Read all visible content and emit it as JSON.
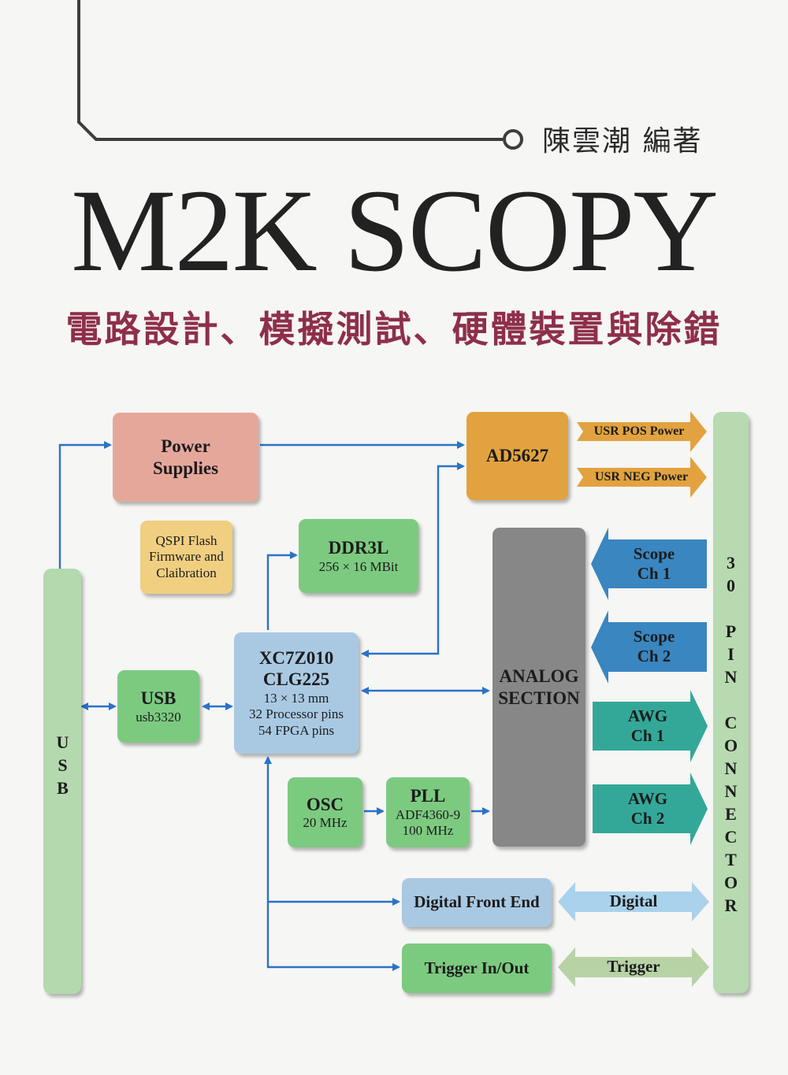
{
  "cover": {
    "author": "陳雲潮 編著",
    "title": "M2K SCOPY",
    "subtitle": "電路設計、模擬測試、硬體裝置與除錯"
  },
  "blocks": {
    "power": {
      "line1": "Power",
      "line2": "Supplies"
    },
    "ad5627": {
      "label": "AD5627"
    },
    "qspi": {
      "line1": "QSPI Flash",
      "line2": "Firmware and",
      "line3": "Claibration"
    },
    "ddr3l": {
      "title": "DDR3L",
      "detail": "256 × 16 MBit"
    },
    "xc7z010": {
      "line1": "XC7Z010",
      "line2": "CLG225",
      "line3": "13 × 13 mm",
      "line4": "32 Processor pins",
      "line5": "54 FPGA pins"
    },
    "usb": {
      "title": "USB",
      "detail": "usb3320"
    },
    "osc": {
      "title": "OSC",
      "detail": "20 MHz"
    },
    "pll": {
      "title": "PLL",
      "detail1": "ADF4360-9",
      "detail2": "100 MHz"
    },
    "analog": {
      "line1": "ANALOG",
      "line2": "SECTION"
    },
    "digital_front_end": {
      "label": "Digital Front End"
    },
    "trigger_inout": {
      "label": "Trigger In/Out"
    },
    "usb_bar": {
      "label": "USB"
    },
    "connector": {
      "label": "30 PIN CONNECTOR"
    }
  },
  "arrows": {
    "usr_pos": "USR POS Power",
    "usr_neg": "USR NEG Power",
    "scope1": {
      "line1": "Scope",
      "line2": "Ch 1"
    },
    "scope2": {
      "line1": "Scope",
      "line2": "Ch 2"
    },
    "awg1": {
      "line1": "AWG",
      "line2": "Ch 1"
    },
    "awg2": {
      "line1": "AWG",
      "line2": "Ch 2"
    },
    "digital": "Digital",
    "trigger": "Trigger"
  },
  "colors": {
    "connector_line": "#2a72c9",
    "scope_arrow": "#3a86c0",
    "awg_arrow": "#34a898",
    "digital_arrow": "#a9d2ec",
    "trigger_arrow": "#b7d3a6",
    "power_arrow": "#e2a23f",
    "subtitle": "#8e2f4a"
  }
}
